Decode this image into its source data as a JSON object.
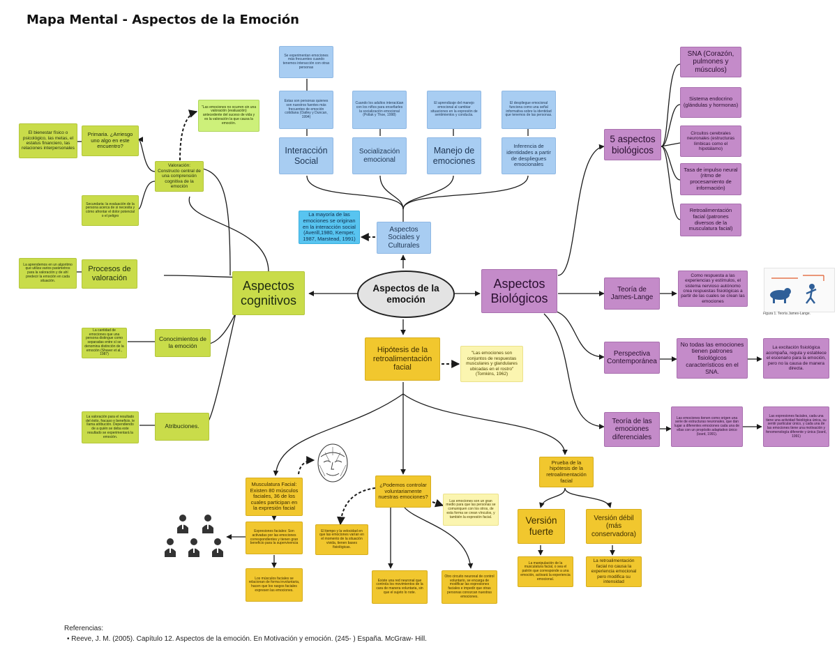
{
  "title": "Mapa Mental - Aspectos de la Emoción",
  "center": "Aspectos de la emoción",
  "nodes": {
    "cognitivos": "Aspectos cognitivos",
    "biologicos": "Aspectos Biológicos",
    "sociales": "Aspectos Sociales y Culturales",
    "hipotesis": "Hipótesis de la retroalimentación facial",
    "valoracion": "Valoración: Constructo central de una comprensión cognitiva de la emoción",
    "primaria": "Primaria. ¿Arriesgo uno algo en este encuentro?",
    "bienestar": "El bienestar físico o psicológico, las metas, el estatus financiero, las relaciones interpersonales",
    "secundaria": "Secundaria: la evaluación de la persona acerca de si necesita y cómo afrontar el dolor potencial o el peligro",
    "cita_valoracion": "\"Las emociones no ocurren sin una valoración (evaluación) antecedente del suceso de vida y es la valoración la que causa la emoción.",
    "procesos": "Procesos de valoración",
    "procesos_desc": "La aprendemos en un algoritmo que utiliza varios parámetros para la valoración y de ahí predecir la emoción en cada situación.",
    "conocimientos": "Conocimientos de la emoción",
    "conocimientos_desc": "La cantidad de emociones que una persona distingue como separadas entre sí se denomina distinción de la emoción (Shaver et al., 1987)",
    "atribuciones": "Atribuciones.",
    "atribuciones_desc": "La valoración para el resultado del éxito, fracaso o beneficio, le llama atribución. Dependiendo de a quién se deba este resultado se experimentará la emoción.",
    "interaccion": "Interacción Social",
    "interaccion_desc": "Estas son personas quienes son nuestros fuentes más frecuentes de emoción cotidiana (Oatley y Duncan, 1994)",
    "interaccion_top": "Se experimentan emociones más frecuentes cuando tenemos interacción con otras personas",
    "socializacion": "Socialización emocional",
    "socializacion_desc": "Cuando los adultos interactúan con los niños para enseñarles la socialización emocional (Pollak y Thoe, 1998)",
    "manejo": "Manejo de emociones",
    "manejo_desc": "El aprendizaje del manejo emocional al cambiar situaciones en la expresión de sentimientos y conducta.",
    "inferencia": "Inferencia de identidades a partir de despliegues emocionales",
    "inferencia_desc": "El despliegue emocional funciona como una señal informativa sobre la identidad que tenemos de las personas.",
    "mayoria": "La mayoría de las emociones se originan en la interacción social (Averill,1980, Kemper, 1987, Marstead, 1991)",
    "bio5": "5 aspectos biológicos",
    "sna": "SNA (Corazón, pulmones y músculos)",
    "endocrino": "Sistema endocrino (glándulas y hormonas)",
    "circuitos": "Circuitos cerebrales neuronales (estructuras límbicas como el hipotálamo)",
    "tasa": "Tasa de impulso neural (ritmo de procesamiento de información)",
    "retro_facial": "Retroalimentación facial (patrones diversos de la musculatura facial)",
    "james": "Teoría de James-Lange",
    "james_desc": "Como respuesta a las experiencias y estímulos, el sistema nervioso autónomo crea respuestas fisiológicas a partir de las cuales se crean las emociones",
    "figura": "Figura 1. Teoría James-Lange.",
    "contemporanea": "Perspectiva Contemporánea",
    "contemporanea_desc": "No todas las emociones tienen patrones fisiológicos característicos en el SNA.",
    "contemporanea_right": "La excitación fisiológica acompaña, regula y establece el escenario para la emoción, pero no la causa de manera directa.",
    "diferenciales": "Teoría de las emociones diferenciales",
    "diferenciales_desc": "Las emociones tienen como origen una serie de estructuras neuronales, que dan lugar a diferentes emociones cada una de ellas con un propósito adaptativo único (Izard, 1991).",
    "diferenciales_right": "Las expresiones faciales, cada una tiene una actividad fisiológica única, su sentir particular único, y cada una de las emociones tiene una motivación y fenomenología diferente y única (Izard, 1991)",
    "musculatura": "Musculatura Facial: Existen 80 músculos faciales, 36 de los cuales participan en la expresión facial",
    "expresiones": "Expresiones faciales: Son activadas por las emociones correspondientes y tienen gran beneficio para la supervivencia",
    "expresiones_right": "El tiempo y la velocidad en que las emociones varían en el momento de la situación vivida, tienen bases fisiológicas.",
    "musculatura_bottom": "Los músculos faciales se relacionan de forma involuntaria, hacen que los rasgos faciales expresen las emociones.",
    "podemos": "¿Podemos controlar voluntariamente nuestras emociones?",
    "podemos_side": "Las emociones son un gran medio para que las personas se comuniquen con los otros, de esta forma se crean vínculos, y también la expresión facial.",
    "podemos_left": "Existe una red neuronal que controla los movimientos de la cara de manera voluntaria, sin que el sujeto lo note.",
    "podemos_right": "Otro circuito neuronal de control voluntario, se encarga de modificar las expresiones faciales e impedir que otras personas conozcan nuestras emociones.",
    "prueba": "Prueba de la hipótesis de la retroalimentación facial",
    "version_fuerte": "Versión fuerte",
    "version_debil": "Versión débil (más conservadora)",
    "fuerte_desc": "La manipulación de la musculatura facial, o sea el patrón que corresponde a una emoción, activará la experiencia emocional.",
    "debil_desc": "La retroalimentación facial no causa la experiencia emocional pero modifica su intensidad",
    "cita_facial": "\"Las emociones son conjuntos de respuestas musculares y glandulares ubicadas en el rostro\" (Tomkins, 1962)"
  },
  "references": {
    "heading": "Referencias:",
    "items": [
      "Reeve, J. M. (2005). Capítulo 12. Aspectos de la emoción. En Motivación y emoción. (245- ) España. McGraw- Hill."
    ]
  },
  "colors": {
    "green": "#c9dc4a",
    "blue": "#a8cdf2",
    "purple": "#c48bc9",
    "yellow": "#f1c72e",
    "pale": "#fbf5b0"
  },
  "icons": [
    "face-muscles-illustration",
    "businessman-photo",
    "bear-runner-illustration"
  ]
}
